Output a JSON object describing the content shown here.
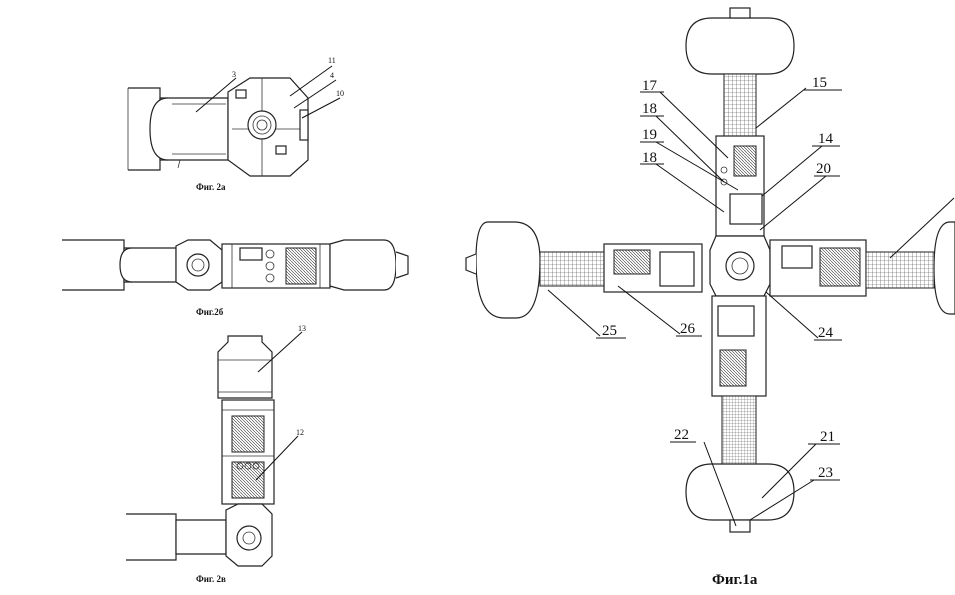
{
  "figures": {
    "fig2a": {
      "caption": "Фиг. 2а",
      "labels": [
        "3",
        "11",
        "4",
        "10"
      ]
    },
    "fig2b": {
      "caption": "Фиг.2б"
    },
    "fig2v": {
      "caption": "Фиг. 2в",
      "labels": [
        "13",
        "12"
      ]
    },
    "fig1a": {
      "caption": "Фиг.1а",
      "labels": [
        "15",
        "17",
        "18",
        "14",
        "19",
        "18",
        "20",
        "25",
        "26",
        "24",
        "22",
        "21",
        "23"
      ]
    }
  }
}
